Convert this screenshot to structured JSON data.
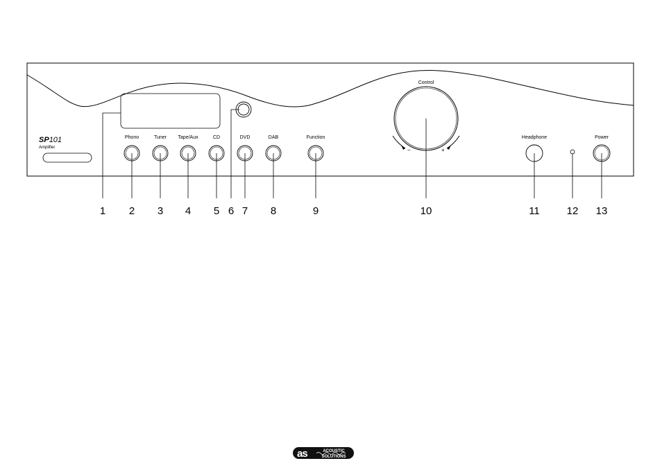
{
  "panel": {
    "model_prefix": "SP",
    "model_number": "101",
    "model_subtitle": "Amplifier"
  },
  "buttons": [
    {
      "label": "Phono"
    },
    {
      "label": "Tuner"
    },
    {
      "label": "Tape/Aux"
    },
    {
      "label": "CD"
    },
    {
      "label": "DVD"
    },
    {
      "label": "DAB"
    },
    {
      "label": "Function"
    }
  ],
  "control_knob": {
    "label": "Control",
    "minus": "−",
    "plus": "+"
  },
  "headphone": {
    "label": "Headphone"
  },
  "power": {
    "label": "Power"
  },
  "callouts": [
    "1",
    "2",
    "3",
    "4",
    "5",
    "6",
    "7",
    "8",
    "9",
    "10",
    "11",
    "12",
    "13"
  ],
  "logo": {
    "mark": "as",
    "line1": "ACOUSTIC",
    "line2": "SOLUTIONS"
  }
}
